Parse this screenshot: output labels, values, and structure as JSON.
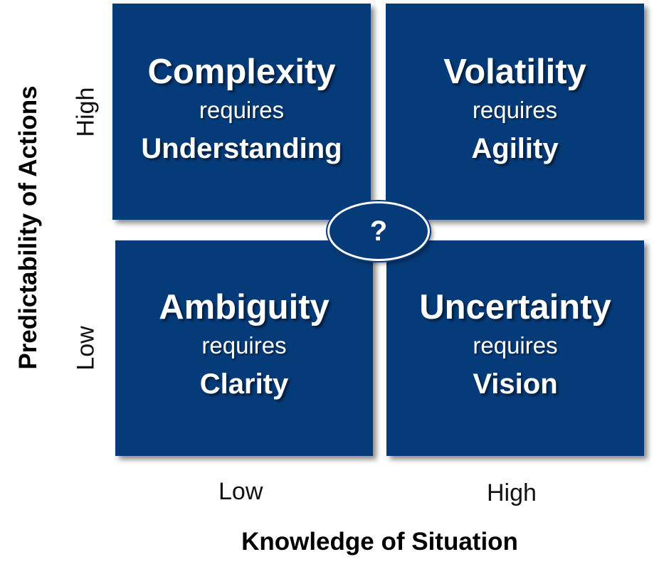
{
  "quadrants": {
    "top_left": {
      "title": "Complexity",
      "middle": "requires",
      "need": "Understanding"
    },
    "top_right": {
      "title": "Volatility",
      "middle": "requires",
      "need": "Agility"
    },
    "bottom_left": {
      "title": "Ambiguity",
      "middle": "requires",
      "need": "Clarity"
    },
    "bottom_right": {
      "title": "Uncertainty",
      "middle": "requires",
      "need": "Vision"
    }
  },
  "center_symbol": "?",
  "x_axis": {
    "label": "Knowledge of Situation",
    "low": "Low",
    "high": "High"
  },
  "y_axis": {
    "label": "Predictability of Actions",
    "low": "Low",
    "high": "High"
  },
  "colors": {
    "box": "#063b7a",
    "text": "#ffffff"
  }
}
